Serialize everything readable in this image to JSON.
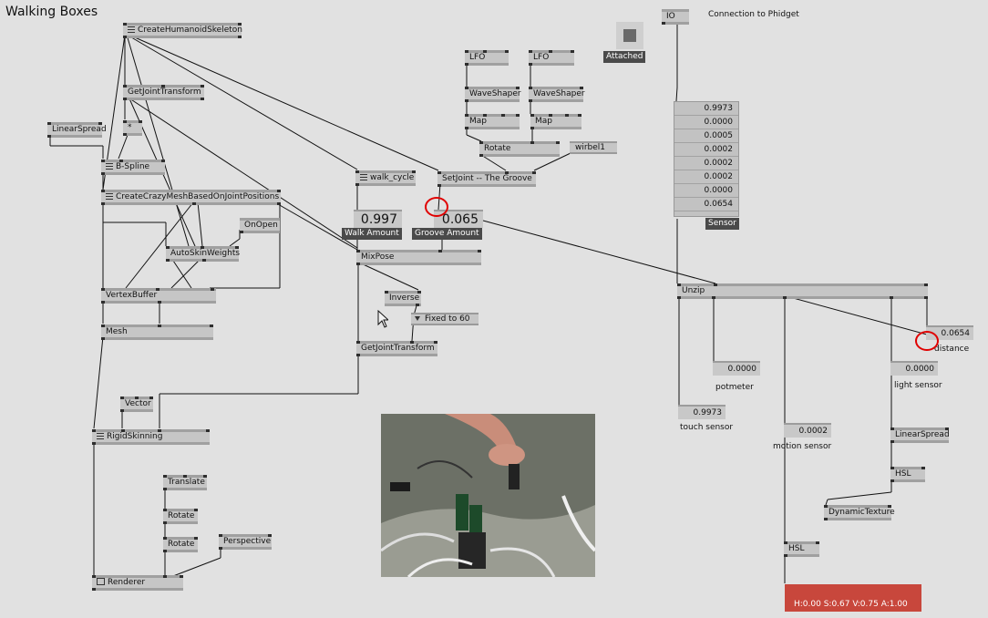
{
  "window": {
    "title": "Walking Boxes"
  },
  "connection": {
    "io_label": "IO",
    "description": "Connection to Phidget",
    "toggle_label": "Attached"
  },
  "nodes": {
    "humanoid": "CreateHumanoidSkeleton",
    "getjoint1": "GetJointTransform",
    "multiply": "*",
    "linearspread1": "LinearSpread",
    "bspline": "B-Spline",
    "crazymesh": "CreateCrazyMeshBasedOnJointPositions",
    "onopen": "OnOpen",
    "autoskin": "AutoSkinWeights",
    "vertexbuffer": "VertexBuffer",
    "mesh": "Mesh",
    "vector": "Vector",
    "rigidskinning": "RigidSkinning",
    "translate": "Translate",
    "rotate1": "Rotate",
    "rotate2": "Rotate",
    "perspective": "Perspective",
    "renderer": "Renderer",
    "walkcycle": "walk_cycle",
    "lfo1": "LFO",
    "lfo2": "LFO",
    "waveshaper1": "WaveShaper",
    "waveshaper2": "WaveShaper",
    "map1": "Map",
    "map2": "Map",
    "rotate3": "Rotate",
    "setjoint": "SetJoint -- The Groove",
    "mixpose": "MixPose",
    "inverse": "Inverse",
    "fixed": "Fixed to 60",
    "getjoint2": "GetJointTransform",
    "unzip": "Unzip",
    "linearspread2": "LinearSpread",
    "hsl1": "HSL",
    "dynamictexture": "DynamicTexture",
    "hsl2": "HSL"
  },
  "inputs": {
    "wirbel": "wirbel1"
  },
  "walk": {
    "value": "0.997",
    "label": "Walk Amount"
  },
  "groove": {
    "value": "0.065",
    "label": "Groove Amount"
  },
  "sensor": {
    "label": "Sensor",
    "values": [
      "0.9973",
      "0.0000",
      "0.0005",
      "0.0002",
      "0.0002",
      "0.0002",
      "0.0000",
      "0.0654"
    ]
  },
  "outputs": {
    "touch": {
      "value": "0.9973",
      "label": "touch sensor"
    },
    "potmeter": {
      "value": "0.0000",
      "label": "potmeter"
    },
    "motion": {
      "value": "0.0002",
      "label": "motion sensor"
    },
    "light": {
      "value": "0.0000",
      "label": "light sensor"
    },
    "distance": {
      "value": "0.0654",
      "label": "distance"
    }
  },
  "color_out": {
    "text": "H:0.00  S:0.67  V:0.75  A:1.00",
    "color": "#c8473c"
  },
  "icons": {
    "cursor": "mouse-pointer-icon",
    "toggle": "toggle-square-icon",
    "node_menu": "hamburger-icon"
  }
}
